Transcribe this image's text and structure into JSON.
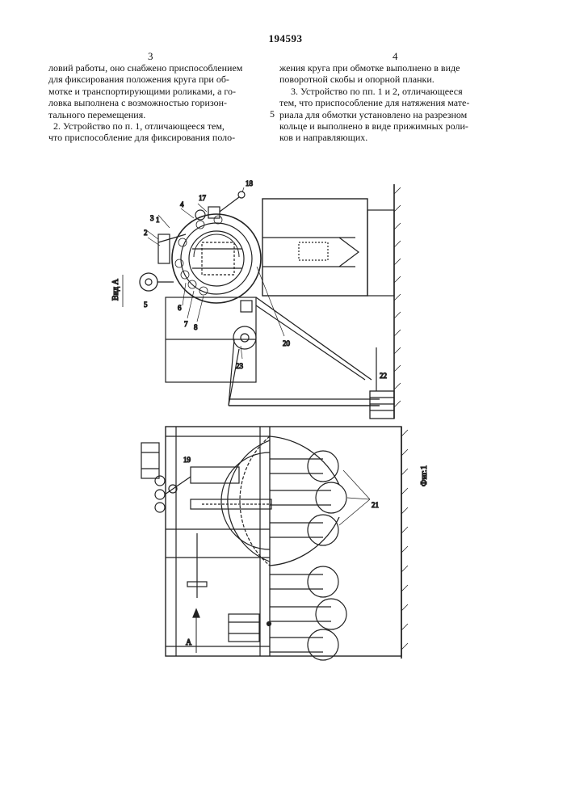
{
  "header": {
    "patent_number": "194593",
    "col_left_number": "3",
    "col_right_number": "4"
  },
  "left_column": {
    "lines": [
      "ловий работы, оно снабжено приспособлением",
      "для фиксирования положения круга при об-",
      "мотке и транспортирующими роликами, а го-",
      "ловка выполнена с возможностью горизон-",
      "тального перемещения.",
      "2. Устройство по п. 1, отличающееся тем,",
      "что приспособление для фиксирования поло-"
    ]
  },
  "right_column": {
    "lines": [
      "жения круга при обмотке выполнено в виде",
      "поворотной скобы и опорной планки.",
      "3. Устройство по пп. 1 и 2, отличающееся",
      "тем, что приспособление для натяжения мате-",
      "риала для обмотки установлено на разрезном",
      "кольце и выполнено в виде прижимных роли-",
      "ков и направляющих."
    ],
    "line_number": "5"
  },
  "figure": {
    "view_label": "Вид А",
    "fig_caption": "Фиг.1",
    "arrow_label": "А",
    "part_labels": [
      "1",
      "2",
      "3",
      "4",
      "5",
      "6",
      "7",
      "8",
      "17",
      "18",
      "19",
      "20",
      "21",
      "22",
      "23"
    ]
  }
}
